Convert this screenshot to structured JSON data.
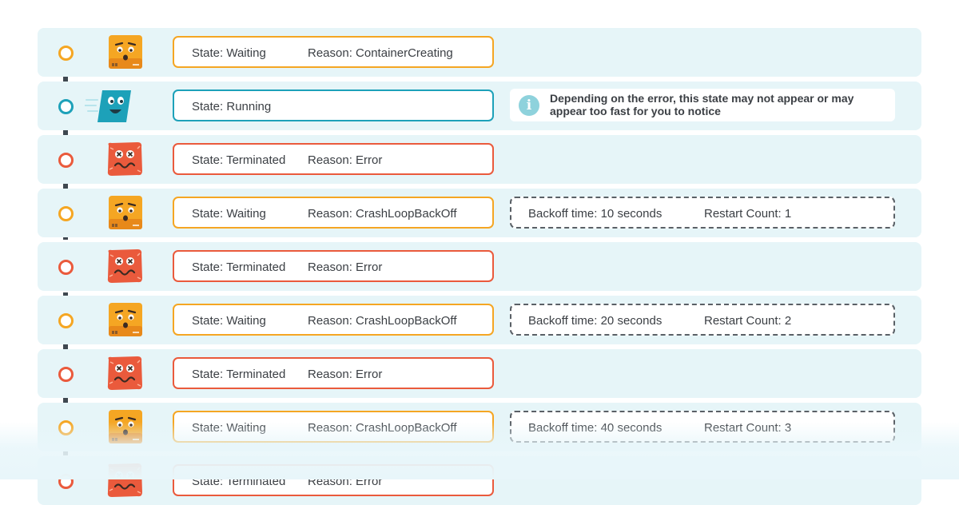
{
  "colors": {
    "waiting": "#f5a623",
    "running": "#1da1b9",
    "terminated": "#ea5a3c",
    "row_background": "#e6f5f8",
    "timeline_line": "#3f4850",
    "text": "#3b3f44",
    "info_icon": "#8ed2dc"
  },
  "info_note": {
    "icon": "info-icon",
    "text": "Depending on the error, this state may not appear or may appear too fast for you to notice"
  },
  "events": [
    {
      "kind": "waiting",
      "icon": "worried-container-icon",
      "state": "State: Waiting",
      "reason": "Reason: ContainerCreating"
    },
    {
      "kind": "running",
      "icon": "running-container-icon",
      "state": "State: Running",
      "reason": ""
    },
    {
      "kind": "terminated",
      "icon": "crashed-container-icon",
      "state": "State: Terminated",
      "reason": "Reason: Error"
    },
    {
      "kind": "waiting",
      "icon": "worried-container-icon",
      "state": "State: Waiting",
      "reason": "Reason: CrashLoopBackOff",
      "backoff": "Backoff time: 10 seconds",
      "restart": "Restart Count: 1"
    },
    {
      "kind": "terminated",
      "icon": "crashed-container-icon",
      "state": "State: Terminated",
      "reason": "Reason: Error"
    },
    {
      "kind": "waiting",
      "icon": "worried-container-icon",
      "state": "State: Waiting",
      "reason": "Reason: CrashLoopBackOff",
      "backoff": "Backoff time: 20 seconds",
      "restart": "Restart Count: 2"
    },
    {
      "kind": "terminated",
      "icon": "crashed-container-icon",
      "state": "State: Terminated",
      "reason": "Reason: Error"
    },
    {
      "kind": "waiting",
      "icon": "worried-container-icon",
      "state": "State: Waiting",
      "reason": "Reason: CrashLoopBackOff",
      "backoff": "Backoff time: 40 seconds",
      "restart": "Restart Count: 3"
    },
    {
      "kind": "terminated",
      "icon": "crashed-container-icon",
      "state": "State: Terminated",
      "reason": "Reason: Error"
    }
  ]
}
